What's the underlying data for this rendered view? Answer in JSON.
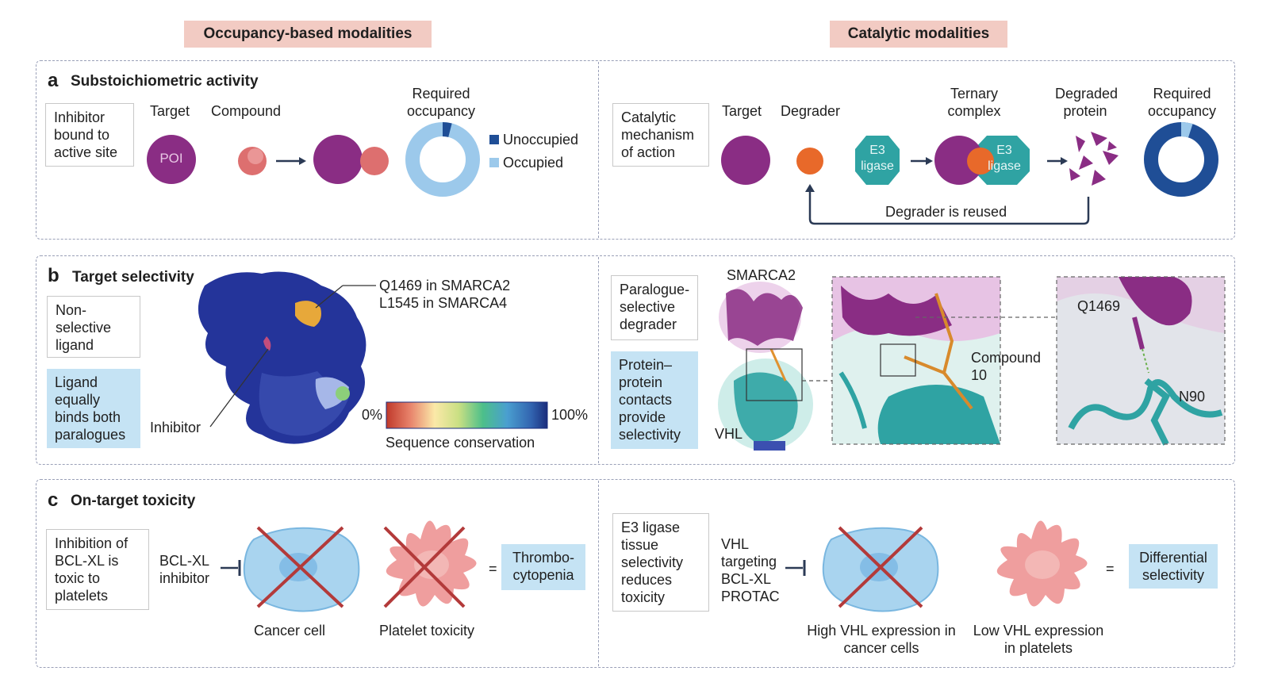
{
  "headers": {
    "left": "Occupancy-based modalities",
    "right": "Catalytic modalities"
  },
  "colors": {
    "poi": "#8a2d84",
    "compound": "#dd6f6f",
    "degrader": "#e8692a",
    "e3": "#2fa3a3",
    "unoccupied": "#1f4e96",
    "occupied": "#9cc9eb",
    "blue_box": "#c5e3f4",
    "header_bg": "#f2cbc3",
    "cross": "#b33a3a"
  },
  "panel_a": {
    "letter": "a",
    "title": "Substoichiometric activity",
    "left": {
      "box": "Inhibitor bound to active site",
      "target_label": "Target",
      "compound_label": "Compound",
      "poi_label": "POI",
      "required_occupancy_label": "Required occupancy",
      "legend": {
        "unoccupied": "Unoccupied",
        "occupied": "Occupied"
      },
      "occupancy_fraction": 0.96
    },
    "right": {
      "box": "Catalytic mechanism of action",
      "target_label": "Target",
      "degrader_label": "Degrader",
      "e3_label": "E3 ligase",
      "ternary_label": "Ternary complex",
      "degraded_label": "Degraded protein",
      "required_occupancy_label": "Required occupancy",
      "reuse_label": "Degrader is reused",
      "occupancy_fraction": 0.05
    }
  },
  "panel_b": {
    "letter": "b",
    "title": "Target selectivity",
    "left": {
      "box_nonselective": "Non-selective ligand",
      "box_ligand": "Ligand equally binds both paralogues",
      "residue_line1": "Q1469 in SMARCA2",
      "residue_line2": "L1545 in SMARCA4",
      "inhibitor_label": "Inhibitor",
      "scale_min": "0%",
      "scale_max": "100%",
      "scale_label": "Sequence conservation"
    },
    "right": {
      "box_degrader": "Paralogue-selective degrader",
      "box_contacts": "Protein–protein contacts provide selectivity",
      "smarca2_label": "SMARCA2",
      "vhl_label": "VHL",
      "compound_label": "Compound 10",
      "q1469_label": "Q1469",
      "n90_label": "N90"
    }
  },
  "panel_c": {
    "letter": "c",
    "title": "On-target toxicity",
    "left": {
      "box": "Inhibition of BCL-XL is toxic to platelets",
      "inhibitor_label": "BCL-XL inhibitor",
      "cancer_label": "Cancer cell",
      "platelet_label": "Platelet toxicity",
      "equals": "=",
      "result": "Thrombo-cytopenia"
    },
    "right": {
      "box": "E3 ligase tissue selectivity reduces toxicity",
      "protac_label": "VHL targeting BCL-XL PROTAC",
      "high_label": "High VHL expression in cancer cells",
      "low_label": "Low VHL expression in platelets",
      "equals": "=",
      "result": "Differential selectivity"
    }
  }
}
